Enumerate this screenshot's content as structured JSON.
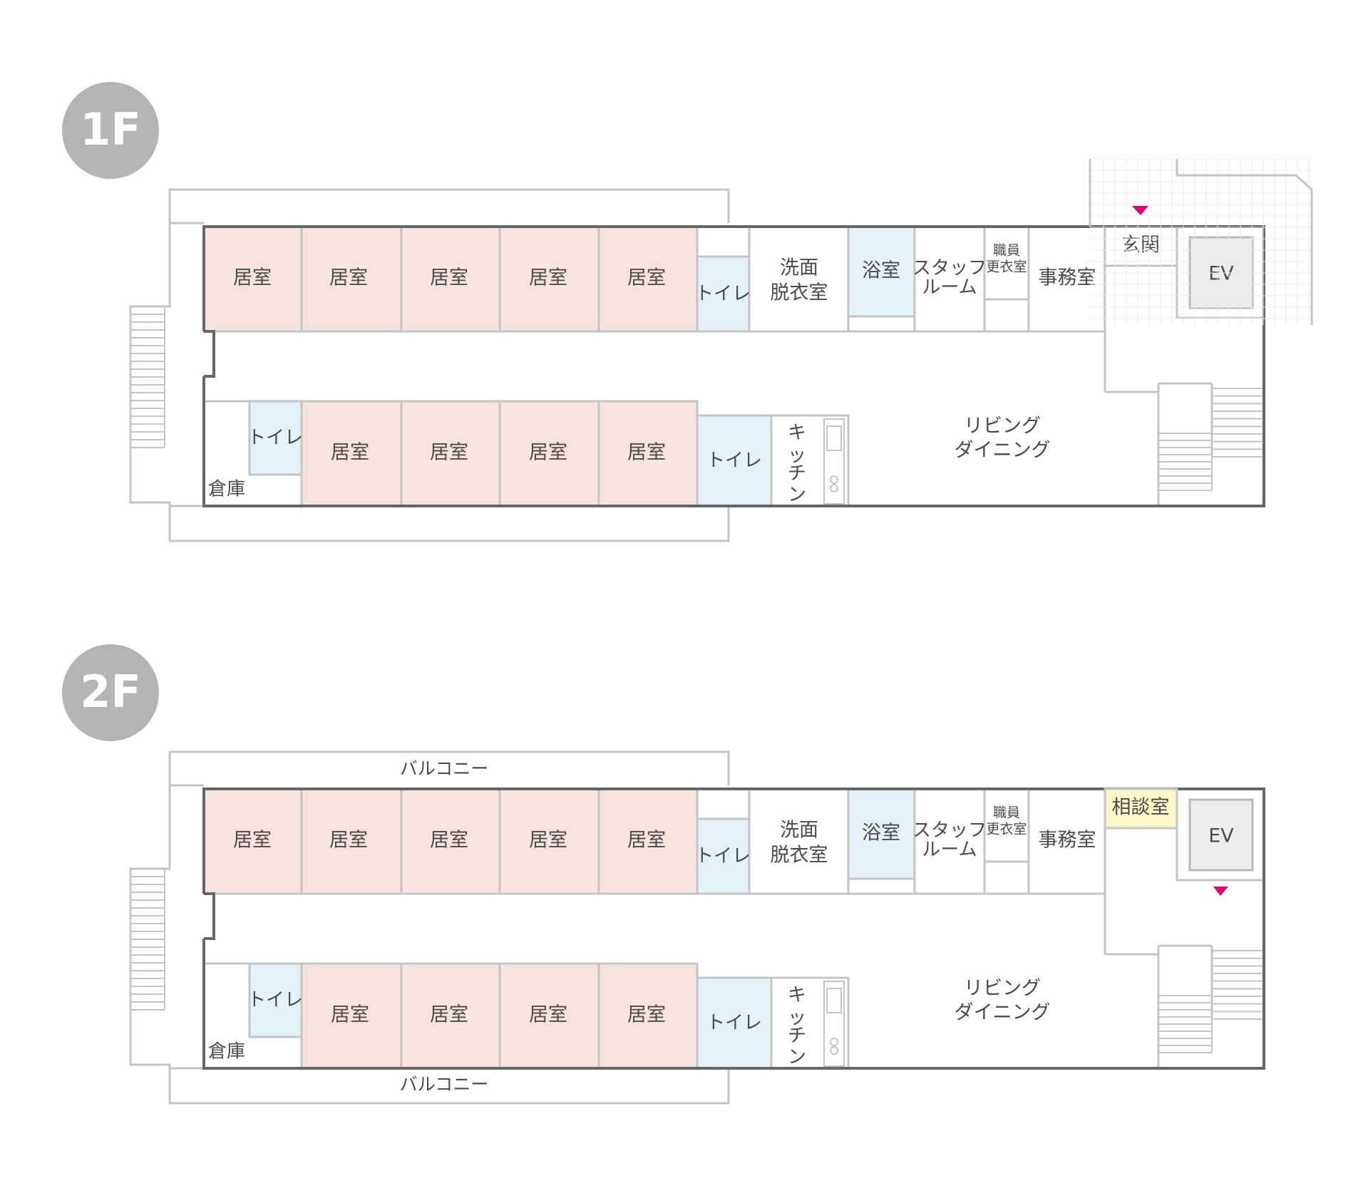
{
  "colors": {
    "resident_room": "#f8e2dd",
    "wet_area": "#e3f1f8",
    "consult_room": "#fbf9c9",
    "ev": "#ececec",
    "wall_outer": "#666666",
    "wall_inner": "#c4c4c4",
    "badge": "#b4b4b4",
    "entrance_marker": "#e0006e"
  },
  "floors": [
    {
      "id": "1f",
      "badge": "1F",
      "rooms": {
        "top_rooms": [
          "居室",
          "居室",
          "居室",
          "居室",
          "居室"
        ],
        "bottom_rooms": [
          "居室",
          "居室",
          "居室",
          "居室"
        ],
        "toilet_top": "トイレ",
        "toilet_left": "トイレ",
        "toilet_bottom": "トイレ",
        "washroom": [
          "洗面",
          "脱衣室"
        ],
        "bath": "浴室",
        "staff_room": [
          "スタッフ",
          "ルーム"
        ],
        "locker": [
          "職員",
          "更衣室"
        ],
        "office": "事務室",
        "corner": "玄関",
        "ev": "EV",
        "storage": "倉庫",
        "kitchen": [
          "キ",
          "ッ",
          "チ",
          "ン"
        ],
        "living": [
          "リビング",
          "ダイニング"
        ]
      }
    },
    {
      "id": "2f",
      "badge": "2F",
      "balcony_top": "バルコニー",
      "balcony_bottom": "バルコニー",
      "rooms": {
        "top_rooms": [
          "居室",
          "居室",
          "居室",
          "居室",
          "居室"
        ],
        "bottom_rooms": [
          "居室",
          "居室",
          "居室",
          "居室"
        ],
        "toilet_top": "トイレ",
        "toilet_left": "トイレ",
        "toilet_bottom": "トイレ",
        "washroom": [
          "洗面",
          "脱衣室"
        ],
        "bath": "浴室",
        "staff_room": [
          "スタッフ",
          "ルーム"
        ],
        "locker": [
          "職員",
          "更衣室"
        ],
        "office": "事務室",
        "corner": "相談室",
        "ev": "EV",
        "storage": "倉庫",
        "kitchen": [
          "キ",
          "ッ",
          "チ",
          "ン"
        ],
        "living": [
          "リビング",
          "ダイニング"
        ]
      }
    }
  ]
}
